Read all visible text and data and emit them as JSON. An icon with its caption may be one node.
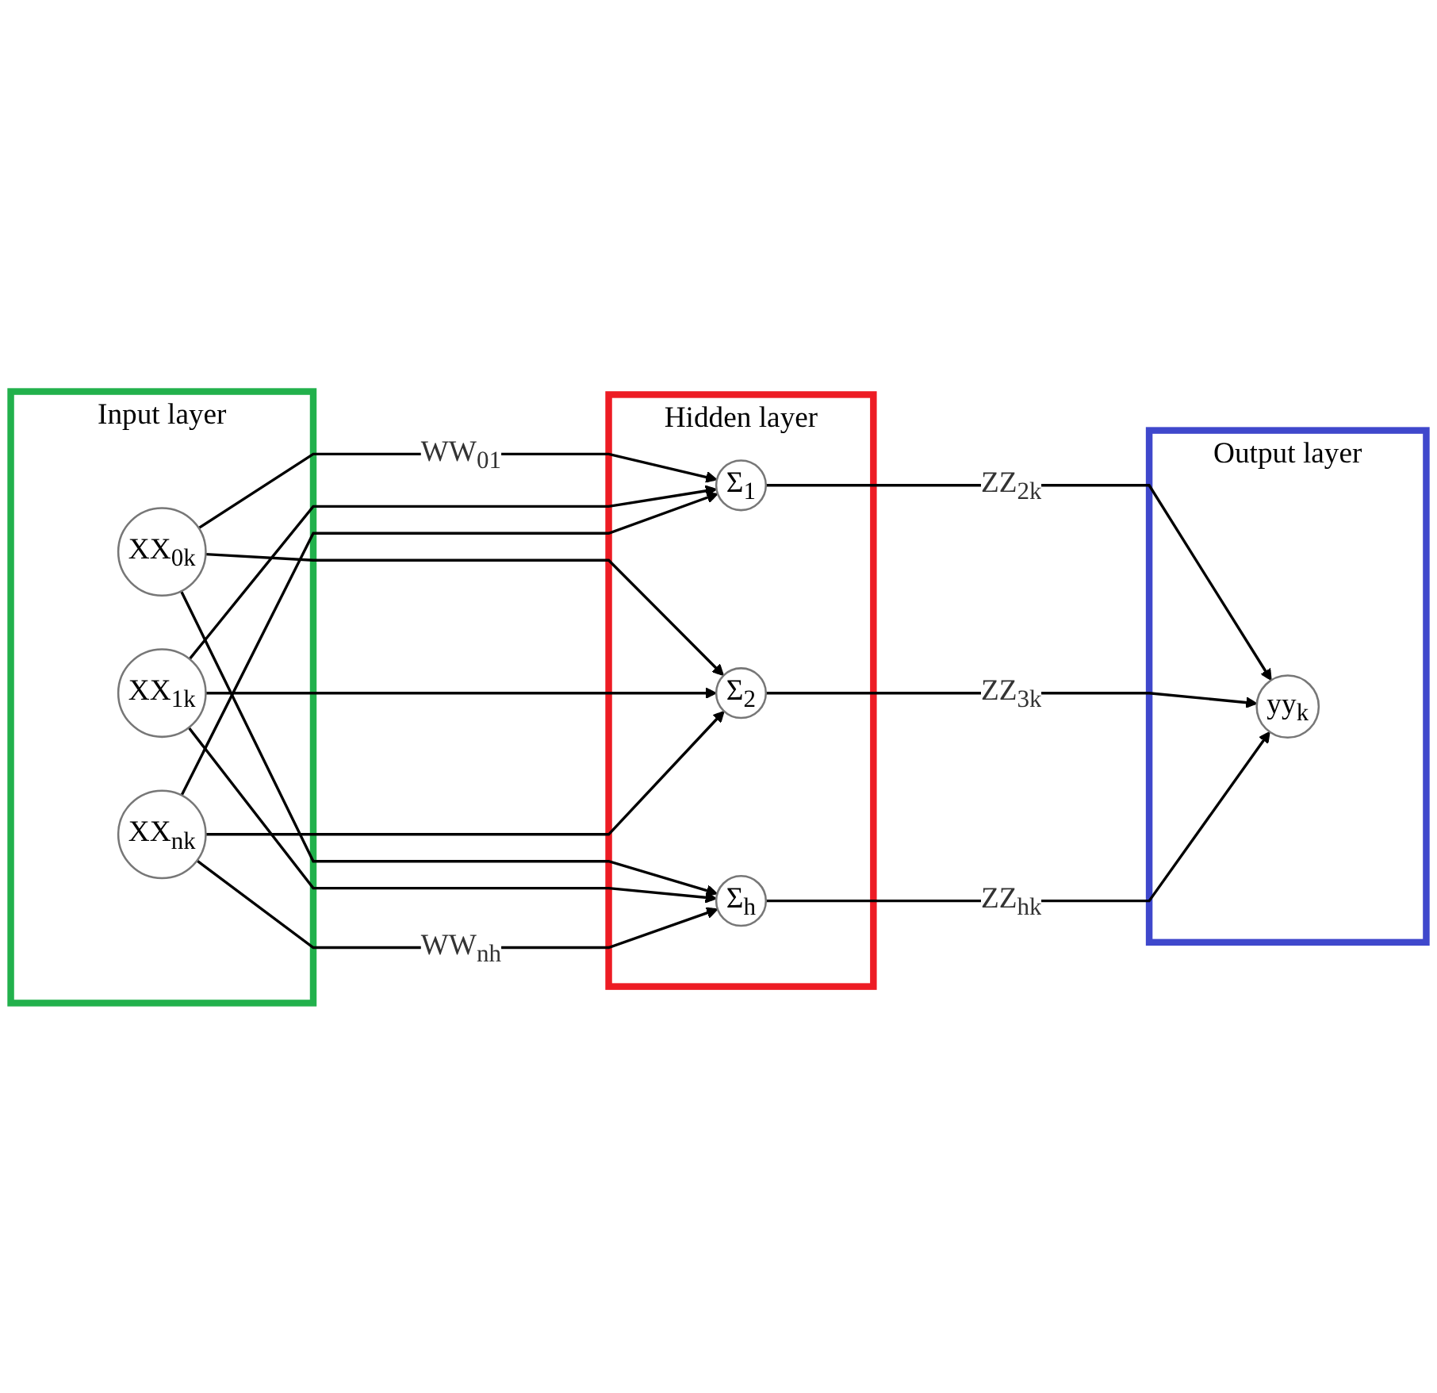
{
  "diagram": {
    "nodes": [
      {
        "text": [
          "Input layer"
        ]
      },
      {
        "text": [
          "XX$_{0k}$"
        ],
        "in": 0
      },
      {
        "text": [
          "XX$_{1k}$"
        ],
        "in": 0
      },
      {
        "text": [
          "XX$_{nk}$"
        ],
        "in": 0
      },
      {
        "text": [
          "Hidden layer"
        ]
      },
      {
        "text": [
          "Σ$_{1}$"
        ],
        "in": 4
      },
      {
        "text": [
          "Σ$_{2}$"
        ],
        "in": 4
      },
      {
        "text": [
          "Σ$_{h}$"
        ],
        "in": 4
      },
      {
        "text": [
          "Output layer"
        ]
      },
      {
        "text": [
          "yy$_{k}$"
        ],
        "in": 8
      }
    ],
    "edges": [
      {
        "from": 1,
        "to": 5,
        "arrow": "to",
        "label": "WW$_{01}$"
      },
      {
        "from": 1,
        "to": 6,
        "arrow": "to"
      },
      {
        "from": 1,
        "to": 7,
        "arrow": "to"
      },
      {
        "from": 2,
        "to": 5,
        "arrow": "to"
      },
      {
        "from": 2,
        "to": 6,
        "arrow": "to"
      },
      {
        "from": 2,
        "to": 7,
        "arrow": "to"
      },
      {
        "from": 3,
        "to": 5,
        "arrow": "to"
      },
      {
        "from": 3,
        "to": 6,
        "arrow": "to"
      },
      {
        "from": 3,
        "to": 7,
        "arrow": "to",
        "label": "WW$_{nh}$"
      },
      {
        "from": 5,
        "to": 9,
        "arrow": "to",
        "label": "ZZ$_{2k}$"
      },
      {
        "from": 6,
        "to": 9,
        "arrow": "to",
        "label": "ZZ$_{3k}$"
      },
      {
        "from": 7,
        "to": 9,
        "arrow": "to",
        "label": "ZZ$_{hk}$"
      }
    ]
  }
}
